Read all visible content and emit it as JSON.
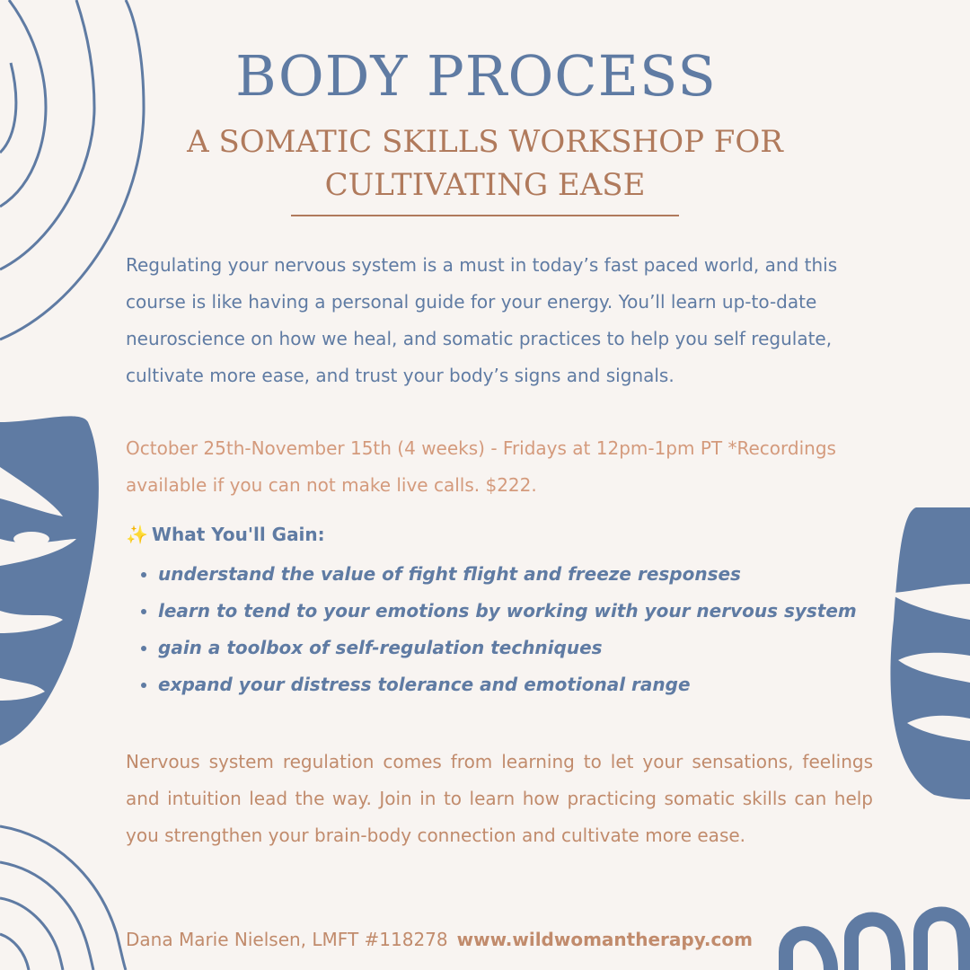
{
  "colors": {
    "background": "#f8f4f1",
    "blue": "#5f7ba3",
    "brown": "#b07a5c",
    "peach": "#d49a7c"
  },
  "title": "BODY PROCESS",
  "subtitle_line1": "A SOMATIC SKILLS WORKSHOP FOR",
  "subtitle_line2": "CULTIVATING EASE",
  "intro": "Regulating your nervous system is a must in today’s fast paced world, and this course is like having a personal guide for your energy. You’ll learn up-to-date neuroscience on how we heal, and somatic practices to help you self regulate, cultivate more ease, and trust your body’s signs and signals.",
  "dates": "October 25th-November 15th (4 weeks) - Fridays at 12pm-1pm PT  *Recordings available if you can not make live calls. $222.",
  "gain": {
    "icon": "sparkles-icon",
    "sparkle": "✨",
    "heading": "What You'll Gain:",
    "items": [
      "understand the value of fight flight and freeze responses",
      "learn to  tend to your emotions by working with your nervous system",
      "gain a toolbox of self-regulation techniques",
      "expand your distress tolerance and emotional range"
    ]
  },
  "closing": "Nervous system regulation comes from learning to let your sensations, feelings and intuition lead the way. Join in to learn how practicing somatic skills can help you strengthen your brain-body connection and cultivate more ease.",
  "footer": {
    "author": "Dana Marie Nielsen, LMFT #118278",
    "url": "www.wildwomantherapy.com"
  }
}
